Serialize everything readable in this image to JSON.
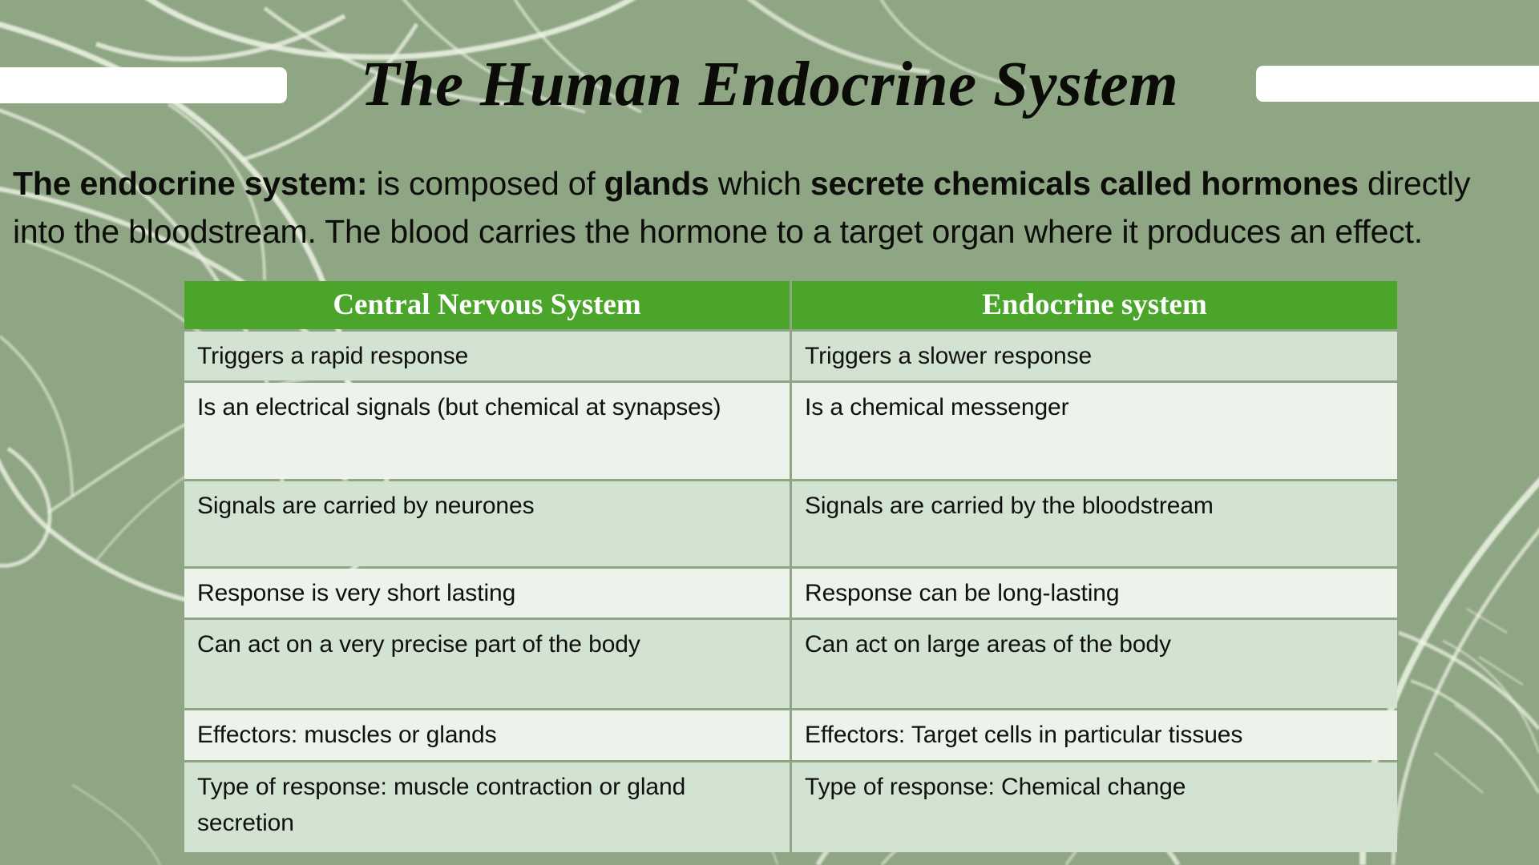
{
  "slide": {
    "title": "The Human Endocrine System",
    "background_color": "#8FA685",
    "accent_color": "#4CA52B",
    "decoration": "leaf-vein-line-art"
  },
  "title_bars": {
    "left_label": "",
    "right_label": ""
  },
  "intro": {
    "lead": "The endocrine system:",
    "text_1": " is composed of ",
    "bold_1": "glands",
    "text_2": " which ",
    "bold_2": "secrete chemicals called hormones",
    "text_3": " directly into the bloodstream. The blood carries the hormone to a target organ where it produces an effect."
  },
  "table": {
    "headers": [
      "Central Nervous System",
      "Endocrine system"
    ],
    "rows": [
      {
        "cns": "Triggers a rapid response",
        "endocrine": "Triggers a slower response"
      },
      {
        "cns": "Is an electrical signals (but chemical at synapses)",
        "endocrine": "Is a chemical messenger"
      },
      {
        "cns": "Signals are carried by neurones",
        "endocrine": "Signals are carried by the bloodstream"
      },
      {
        "cns": "Response is very short lasting",
        "endocrine": "Response can be long-lasting"
      },
      {
        "cns": "Can act on a very precise part of the body",
        "endocrine": "Can act on large areas of the body"
      },
      {
        "cns": "Effectors: muscles or glands",
        "endocrine": "Effectors: Target cells in particular tissues"
      },
      {
        "cns": "Type of response: muscle contraction or gland secretion",
        "endocrine": "Type of response: Chemical change"
      }
    ],
    "header_background": "#4CA52B",
    "row_color_a": "#D3E3D1",
    "row_color_b": "#EDF3EA"
  }
}
